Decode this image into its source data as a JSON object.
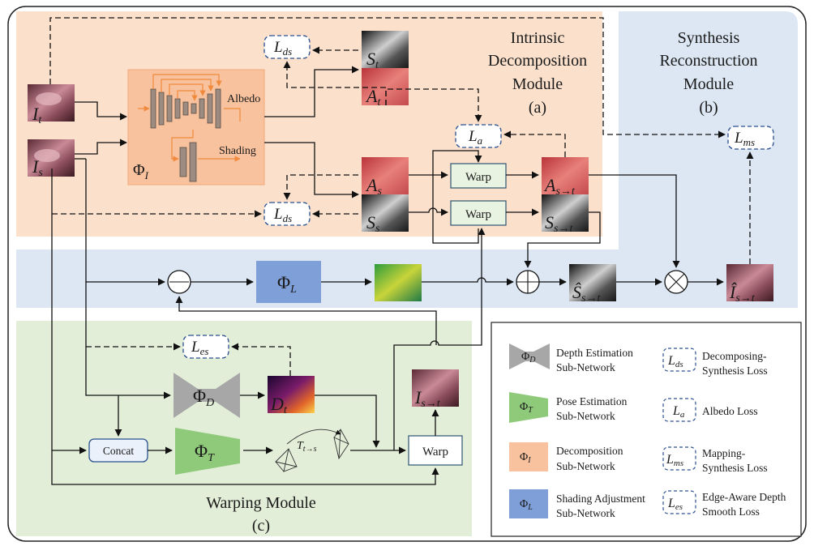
{
  "modules": {
    "intrinsic": {
      "title_line1": "Intrinsic",
      "title_line2": "Decomposition",
      "title_line3": "Module",
      "tag": "(a)"
    },
    "synthesis": {
      "title_line1": "Synthesis",
      "title_line2": "Reconstruction",
      "title_line3": "Module",
      "tag": "(b)"
    },
    "warping": {
      "title": "Warping Module",
      "tag": "(c)"
    }
  },
  "network": {
    "albedo_label": "Albedo",
    "shading_label": "Shading",
    "phi_i": "Φ",
    "phi_i_sub": "I"
  },
  "images": {
    "I_t": {
      "main": "I",
      "sub": "t"
    },
    "I_s": {
      "main": "I",
      "sub": "s"
    },
    "S_t": {
      "main": "S",
      "sub": "t"
    },
    "A_t": {
      "main": "A",
      "sub": "t"
    },
    "A_s": {
      "main": "A",
      "sub": "s"
    },
    "S_s": {
      "main": "S",
      "sub": "s"
    },
    "A_st": {
      "main": "A",
      "sub": "s→t"
    },
    "S_st": {
      "main": "S",
      "sub": "s→t"
    },
    "S_hat": {
      "main": "Ŝ",
      "sub": "s→t"
    },
    "I_hat": {
      "main": "Î",
      "sub": "s→t"
    },
    "I_st": {
      "main": "I",
      "sub": "s→t"
    },
    "D_t": {
      "main": "D",
      "sub": "t"
    }
  },
  "losses": {
    "lds_top": {
      "main": "L",
      "sub": "ds"
    },
    "lds_mid": {
      "main": "L",
      "sub": "ds"
    },
    "la": {
      "main": "L",
      "sub": "a"
    },
    "lms": {
      "main": "L",
      "sub": "ms"
    },
    "les": {
      "main": "L",
      "sub": "es"
    }
  },
  "blocks": {
    "warp1": "Warp",
    "warp2": "Warp",
    "warp3": "Warp",
    "concat": "Concat",
    "phi_l": {
      "main": "Φ",
      "sub": "L"
    },
    "phi_d": {
      "main": "Φ",
      "sub": "D"
    },
    "phi_t": {
      "main": "Φ",
      "sub": "T"
    },
    "t_ts": {
      "main": "T",
      "sub": "t→s"
    }
  },
  "legend": {
    "items": [
      {
        "symbol_main": "Φ",
        "symbol_sub": "D",
        "line1": "Depth Estimation",
        "line2": "Sub-Network"
      },
      {
        "symbol_main": "Φ",
        "symbol_sub": "T",
        "line1": "Pose Estimation",
        "line2": "Sub-Network"
      },
      {
        "symbol_main": "Φ",
        "symbol_sub": "I",
        "line1": "Decomposition",
        "line2": "Sub-Network"
      },
      {
        "symbol_main": "Φ",
        "symbol_sub": "L",
        "line1": "Shading Adjustment",
        "line2": "Sub-Network"
      }
    ],
    "losses": [
      {
        "symbol_main": "L",
        "symbol_sub": "ds",
        "line1": "Decomposing-",
        "line2": "Synthesis Loss"
      },
      {
        "symbol_main": "L",
        "symbol_sub": "a",
        "line1": "Albedo Loss",
        "line2": ""
      },
      {
        "symbol_main": "L",
        "symbol_sub": "ms",
        "line1": "Mapping-",
        "line2": "Synthesis Loss"
      },
      {
        "symbol_main": "L",
        "symbol_sub": "es",
        "line1": "Edge-Aware Depth",
        "line2": "Smooth Loss"
      }
    ]
  },
  "colors": {
    "intrinsic_bg": "#fbe0cc",
    "synthesis_bg": "#dce7f3",
    "warping_bg": "#e2eed8",
    "phi_i": "#f9c29e",
    "phi_l": "#7f9fd9",
    "phi_d": "#a7a7a7",
    "phi_t": "#8fc97a",
    "orange": "#f08a3c"
  }
}
